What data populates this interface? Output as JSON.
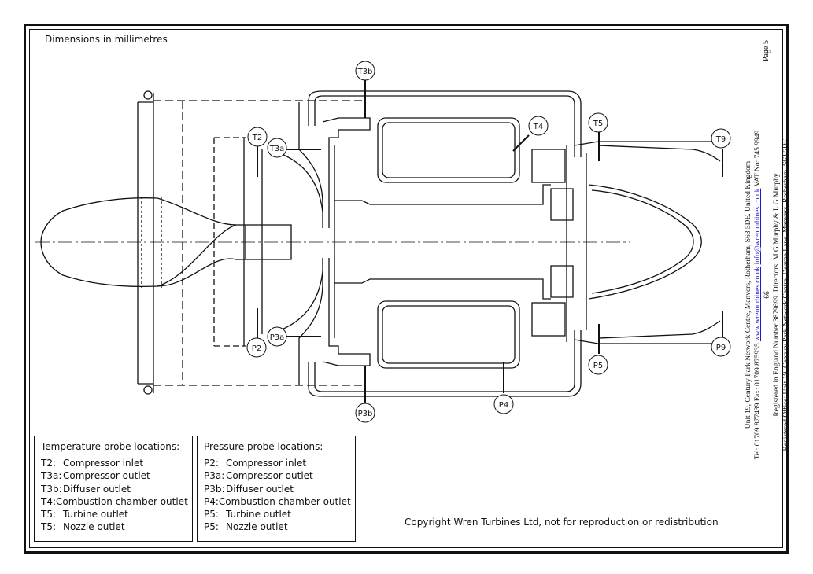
{
  "document": {
    "title": "Dimensions in millimetres",
    "page_label": "Page 5",
    "copyright": "Copyright Wren Turbines Ltd, not for reproduction or redistribution"
  },
  "probe_tags": {
    "t3b": "T3b",
    "t2": "T2",
    "t3a": "T3a",
    "t4": "T4",
    "t5": "T5",
    "t9": "T9",
    "p2": "P2",
    "p3a": "P3a",
    "p3b": "P3b",
    "p4": "P4",
    "p5": "P5",
    "p9": "P9"
  },
  "temperature_legend": {
    "header": "Temperature probe locations:",
    "rows": [
      {
        "code": "T2:",
        "label": "Compressor inlet"
      },
      {
        "code": "T3a:",
        "label": "Compressor outlet"
      },
      {
        "code": "T3b:",
        "label": "Diffuser outlet"
      },
      {
        "code": "T4:",
        "label": "Combustion chamber outlet"
      },
      {
        "code": "T5:",
        "label": "Turbine outlet"
      },
      {
        "code": "T5:",
        "label": "Nozzle outlet"
      }
    ]
  },
  "pressure_legend": {
    "header": "Pressure probe locations:",
    "rows": [
      {
        "code": "P2:",
        "label": "Compressor inlet"
      },
      {
        "code": "P3a:",
        "label": "Compressor outlet"
      },
      {
        "code": "P3b:",
        "label": "Diffuser outlet"
      },
      {
        "code": "P4:",
        "label": "Combustion chamber outlet"
      },
      {
        "code": "P5:",
        "label": "Turbine outlet"
      },
      {
        "code": "P5:",
        "label": "Nozzle outlet"
      }
    ]
  },
  "address": {
    "line1": "Unit 19, Century Park Network Centre, Manvers, Rotherham, S63 5DE. United Kingdom",
    "line2_pre": "Tel: 01709 877439  Fax: 01709 875935  ",
    "line2_link1": "www.wrenturbines.co.uk",
    "line2_link2": "info@wrenturbines.co.uk",
    "line2_post": "  VAT No: 745 9949 66",
    "line3": "Registered in England Number 3879699. Directors: M G Murphy & L G Murphy",
    "line4": "Registered Office: Unit 19, Century Park Network Centre, Dearne Lane, Manvers, Rotherham. S63 5DE"
  }
}
